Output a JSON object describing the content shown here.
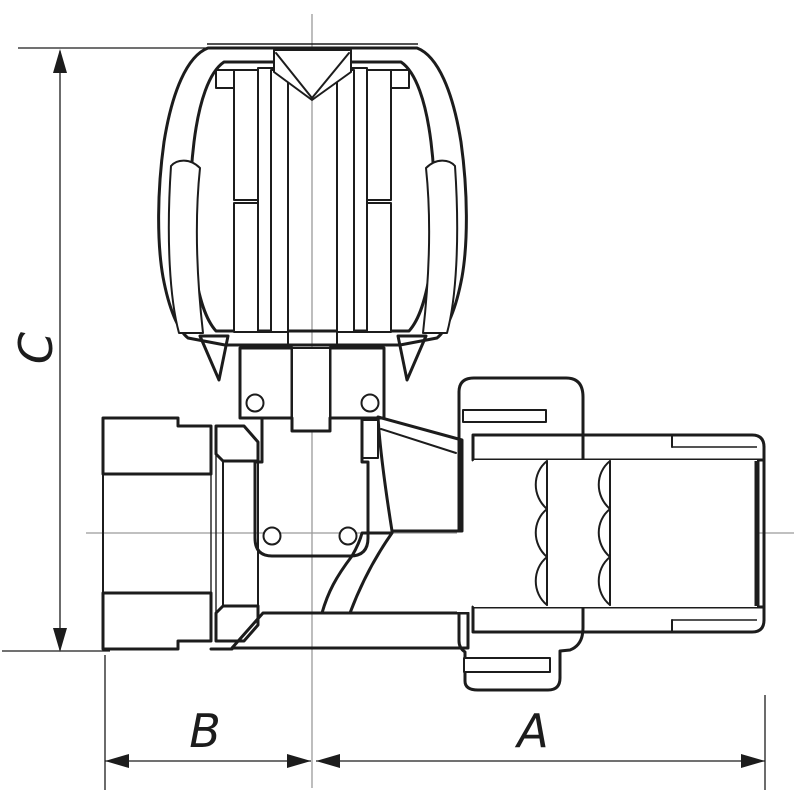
{
  "drawing": {
    "type": "technical-cross-section",
    "subject": "manual straight radiator valve with handwheel, sectioned view",
    "labels": {
      "height": "C",
      "inlet_length": "B",
      "outlet_length": "A"
    },
    "colors": {
      "line": "#1c1c1c",
      "centerline": "#9a9a9a",
      "background": "#ffffff"
    }
  }
}
